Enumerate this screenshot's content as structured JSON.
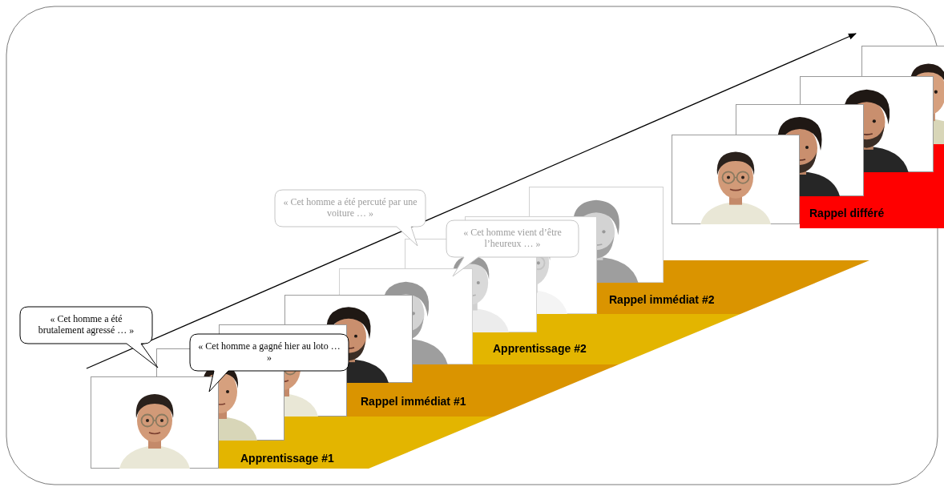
{
  "diagram": {
    "nodes": [
      {
        "text": [
          "« Cet homme a été brutalement agressé … »"
        ]
      },
      {
        "text": [
          "« Cet homme a gagné hier au loto … »"
        ]
      },
      {
        "text": [
          "Apprentissage #1"
        ]
      },
      {
        "text": [
          "Rappel immédiat #1"
        ]
      },
      {
        "text": [
          "« Cet homme a été percuté par une voiture … »"
        ]
      },
      {
        "text": [
          "« Cet homme vient d’être l’heureux … »"
        ]
      },
      {
        "text": [
          "Apprentissage #2"
        ]
      },
      {
        "text": [
          "Rappel immédiat #2"
        ]
      },
      {
        "text": [
          "Rappel différé"
        ]
      }
    ]
  }
}
